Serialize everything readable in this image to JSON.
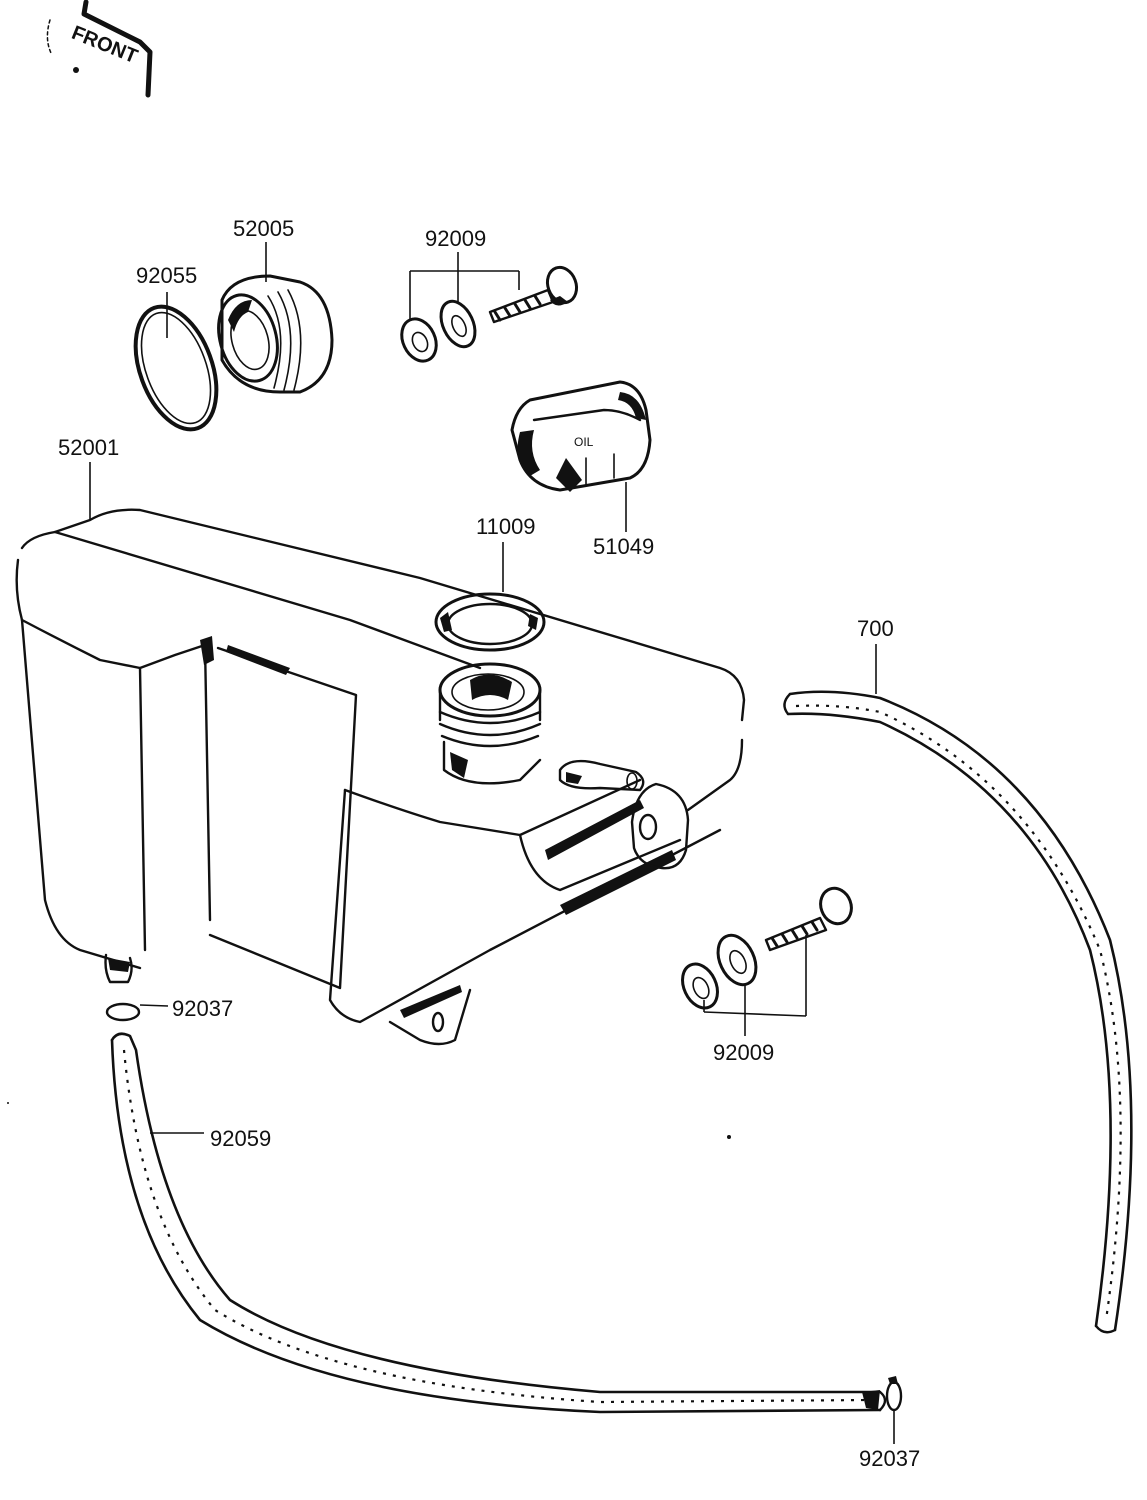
{
  "diagram": {
    "title": "Oil Tank Exploded Parts Diagram",
    "orientation_marker": {
      "label": "FRONT",
      "icon": "front-arrow-icon"
    },
    "parts": [
      {
        "id": "ring-seal-top",
        "part_number": "92055",
        "description": "O-ring"
      },
      {
        "id": "filler-neck",
        "part_number": "52005",
        "description": "Threaded filler neck"
      },
      {
        "id": "upper-bolt-set",
        "part_number": "92009",
        "description": "Bolt with washers (upper)"
      },
      {
        "id": "oil-cap",
        "part_number": "51049",
        "description": "Oil filler cap",
        "cap_marking": "OIL"
      },
      {
        "id": "oil-tank",
        "part_number": "52001",
        "description": "Oil tank"
      },
      {
        "id": "gasket",
        "part_number": "11009",
        "description": "Gasket"
      },
      {
        "id": "vent-hose",
        "part_number": "700",
        "description": "Hose"
      },
      {
        "id": "lower-bolt-set",
        "part_number": "92009",
        "description": "Bolt with washers (lower)"
      },
      {
        "id": "clip-top",
        "part_number": "92037",
        "description": "Clamp (upper)"
      },
      {
        "id": "drain-hose",
        "part_number": "92059",
        "description": "Drain hose"
      },
      {
        "id": "clip-bottom",
        "part_number": "92037",
        "description": "Clamp (lower)"
      }
    ]
  }
}
